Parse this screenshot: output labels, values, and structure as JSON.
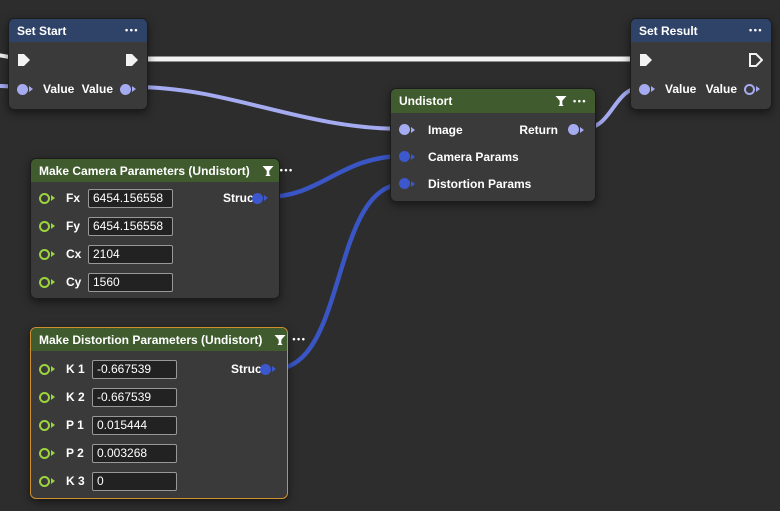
{
  "colors": {
    "bg": "#2d2d2d",
    "node-bg": "#3a3a3a",
    "header-blue": "#2f4267",
    "header-green": "#405c2e",
    "pin-exec": "#f2f2f2",
    "pin-value": "#a5abf0",
    "pin-struct": "#3d57cc",
    "pin-float": "#9bd43c",
    "select-border": "#cf8f2e",
    "wire-exec": "#f2f2f2",
    "wire-value": "#a5abf0",
    "wire-struct": "#3a55c4"
  },
  "icons": {
    "menu": "•••"
  },
  "nodes": {
    "set_start": {
      "title": "Set Start",
      "value_in_label": "Value",
      "value_out_label": "Value"
    },
    "set_result": {
      "title": "Set Result",
      "value_in_label": "Value",
      "value_out_label": "Value"
    },
    "undistort": {
      "title": "Undistort",
      "inputs": {
        "image": "Image",
        "camera": "Camera Params",
        "distortion": "Distortion Params"
      },
      "output_label": "Return"
    },
    "make_camera": {
      "title": "Make Camera Parameters (Undistort)",
      "output_label": "Struct",
      "fields": [
        {
          "label": "Fx",
          "value": "6454.156558"
        },
        {
          "label": "Fy",
          "value": "6454.156558"
        },
        {
          "label": "Cx",
          "value": "2104"
        },
        {
          "label": "Cy",
          "value": "1560"
        }
      ]
    },
    "make_distortion": {
      "title": "Make Distortion Parameters (Undistort)",
      "output_label": "Struct",
      "selected": true,
      "fields": [
        {
          "label": "K 1",
          "value": "-0.667539"
        },
        {
          "label": "K 2",
          "value": "-0.667539"
        },
        {
          "label": "P 1",
          "value": "0.015444"
        },
        {
          "label": "P 2",
          "value": "0.003268"
        },
        {
          "label": "K 3",
          "value": "0"
        }
      ]
    }
  }
}
